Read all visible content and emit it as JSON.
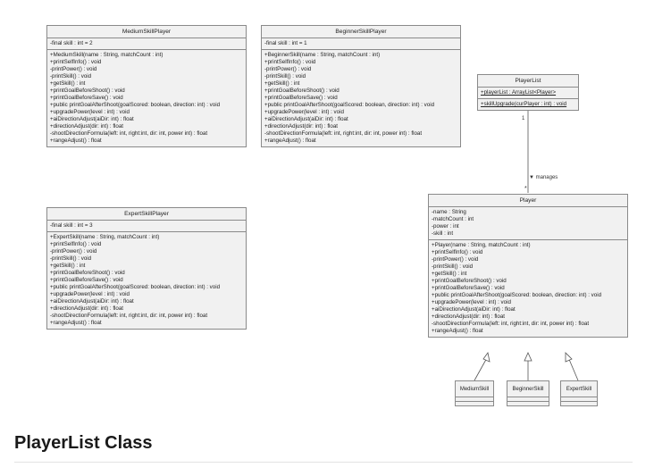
{
  "medium": {
    "title": "MediumSkillPlayer",
    "attrs": [
      "-final skill : int = 2"
    ],
    "methods": [
      "+MediumSkill(name : String, matchCount : int)",
      "+printSelfInfo() : void",
      "-printPower() : void",
      "-printSkill() : void",
      "+getSkill() : int",
      "+printGoalBeforeShoot() : void",
      "+printGoalBeforeSave() : void",
      "+public printGoalAfterShoot(goalScored: boolean, direction: int) : void",
      "+upgradePower(level : int) : void",
      "+aiDirectionAdjust(aiDir: int) : float",
      "+directionAdjust(dir: int) : float",
      "-shootDirectionFormula(left: int, right:int, dir: int, power int) : float",
      "+rangeAdjust() : float"
    ]
  },
  "beginner": {
    "title": "BeginnerSkillPlayer",
    "attrs": [
      "-final skill : int = 1"
    ],
    "methods": [
      "+BeginnerSkill(name : String, matchCount : int)",
      "+printSelfInfo() : void",
      "-printPower() : void",
      "-printSkill() : void",
      "+getSkill() : int",
      "+printGoalBeforeShoot() : void",
      "+printGoalBeforeSave() : void",
      "+public printGoalAfterShoot(goalScored: boolean, direction: int) : void",
      "+upgradePower(level : int) : void",
      "+aiDirectionAdjust(aiDir: int) : float",
      "+directionAdjust(dir: int) : float",
      "-shootDirectionFormula(left: int, right:int, dir: int, power int) : float",
      "+rangeAdjust() : float"
    ]
  },
  "expert": {
    "title": "ExpertSkillPlayer",
    "attrs": [
      "-final skill : int = 3"
    ],
    "methods": [
      "+ExpertSkill(name : String, matchCount : int)",
      "+printSelfInfo() : void",
      "-printPower() : void",
      "-printSkill() : void",
      "+getSkill() : int",
      "+printGoalBeforeShoot() : void",
      "+printGoalBeforeSave() : void",
      "+public printGoalAfterShoot(goalScored: boolean, direction: int) : void",
      "+upgradePower(level : int) : void",
      "+aiDirectionAdjust(aiDir: int) : float",
      "+directionAdjust(dir: int) : float",
      "-shootDirectionFormula(left: int, right:int, dir: int, power int) : float",
      "+rangeAdjust() : float"
    ]
  },
  "playerlist": {
    "title": "PlayerList",
    "attrs": [
      "+playerList : ArrayList<Player>"
    ],
    "methods": [
      "+skillUpgrade(curPlayer : int) : void"
    ]
  },
  "player": {
    "title": "Player",
    "attrs": [
      "-name : String",
      "-matchCount : int",
      "-power : int",
      "-skill : int"
    ],
    "methods": [
      "+Player(name : String, matchCount : int)",
      "+printSelfInfo() : void",
      "-printPower() : void",
      "-printSkill() : void",
      "+getSkill() : int",
      "+printGoalBeforeShoot() : void",
      "+printGoalBeforeSave() : void",
      "+public printGoalAfterShoot(goalScored: boolean, direction: int) : void",
      "+upgradePower(level : int) : void",
      "+aiDirectionAdjust(aiDir: int) : float",
      "+directionAdjust(dir: int) : float",
      "-shootDirectionFormula(left: int, right:int, dir: int, power int) : float",
      "+rangeAdjust() : float"
    ]
  },
  "subclasses": {
    "medium": "MediumSkill",
    "beginner": "BeginnerSkill",
    "expert": "ExpertSkill"
  },
  "association": {
    "multiplicity": "1",
    "label": "▼ manages",
    "end_mark": "*"
  },
  "section_heading": "PlayerList Class"
}
